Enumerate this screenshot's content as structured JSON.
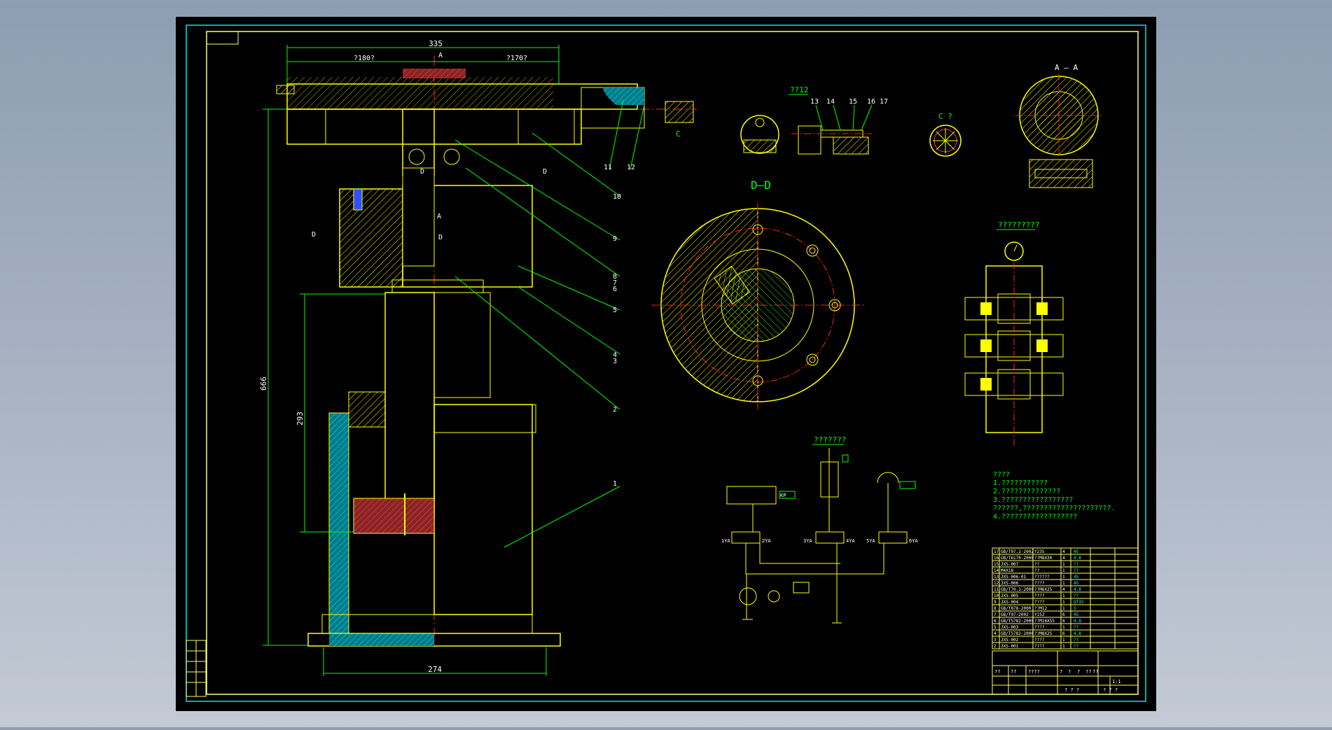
{
  "colors": {
    "background": "#000000",
    "frame": "#ffff66",
    "outline": "#ffff00",
    "hatch": "#ffff00",
    "centerline": "#ff2020",
    "leader": "#00ff00",
    "dimension": "#00ff00",
    "cyan": "#00ffff",
    "section_fill": "#c83a3a",
    "cyan_fill": "#00b8c8",
    "desktop_bg": "#9aa7ba"
  },
  "main_view": {
    "dims": {
      "top_width": "335",
      "top_left": "?180?",
      "top_right": "?170?",
      "height_total": "666",
      "height_lower": "293",
      "base_width": "274"
    },
    "markers": {
      "a_top": "A",
      "a_mid": "A",
      "d_left": "D",
      "d_mid1": "D",
      "d_mid2": "D",
      "d_right": "D"
    },
    "leader_numbers": [
      "11",
      "12",
      "10",
      "9",
      "8",
      "7",
      "6",
      "5",
      "4",
      "3",
      "2",
      "1"
    ],
    "c_marker": "C"
  },
  "detail_views": {
    "part12_title": "??12",
    "part12_numbers": [
      "13",
      "14",
      "15",
      "16",
      "17"
    ],
    "c_view_title": "C ?",
    "aa_title": "A — A",
    "dd_title": "D—D",
    "valve_block_title": "?????????",
    "hydraulic_title": "???????"
  },
  "hydraulic_labels": {
    "box1": "1YA",
    "box2": "3YA",
    "box3": "5YA",
    "valve_tag1": "2YA",
    "valve_tag2": "4YA",
    "valve_tag3": "6YA",
    "gauge_tag": "KP"
  },
  "notes": {
    "heading": "????",
    "lines": [
      "1.???????????",
      "2.??????????????",
      "3.?????????????????",
      "??????,?????????????????????.",
      "4.??????????????????"
    ]
  },
  "bom": {
    "rows": [
      [
        "17",
        "GB/T97.1-2002",
        "Y235",
        "4",
        "45"
      ],
      [
        "16",
        "GB/T6170-2000",
        "??M8X30",
        "4",
        "4.8"
      ],
      [
        "15",
        "JXS-007",
        "??",
        "1",
        "??"
      ],
      [
        "14",
        "M4X18",
        "??",
        "1",
        "??"
      ],
      [
        "13",
        "JXS-006-01",
        "??????",
        "1",
        "45"
      ],
      [
        "12",
        "JXS-006",
        "????",
        "1",
        "45"
      ],
      [
        "11",
        "GB/T70.1-2000",
        "??M6X25",
        "4",
        "4.8"
      ],
      [
        "10",
        "JXS-005",
        "????",
        "1",
        "??"
      ],
      [
        "9",
        "JXS-004",
        "????",
        "1",
        "QT35"
      ],
      [
        "8",
        "GB/T878-2000",
        "??M12",
        "1",
        "5"
      ],
      [
        "7",
        "GB/T97-2002",
        "Y152",
        "6",
        "45"
      ],
      [
        "6",
        "GB/T5782-2000",
        "??M16X55",
        "6",
        "4.8"
      ],
      [
        "5",
        "JXS-003",
        "????",
        "1",
        "??"
      ],
      [
        "4",
        "GB/T5782-2000",
        "??M8X25",
        "6",
        "4.8"
      ],
      [
        "3",
        "JXS-002",
        "????",
        "1",
        "??"
      ],
      [
        "2",
        "JXS-001",
        "????",
        "1",
        "??"
      ]
    ],
    "title_block": {
      "row1": [
        "??",
        "??",
        "????",
        "?",
        "?",
        "?",
        "??",
        "??"
      ],
      "scale": "1:1",
      "sheet": "? ? ?",
      "sheet2": "? ? ?"
    }
  }
}
